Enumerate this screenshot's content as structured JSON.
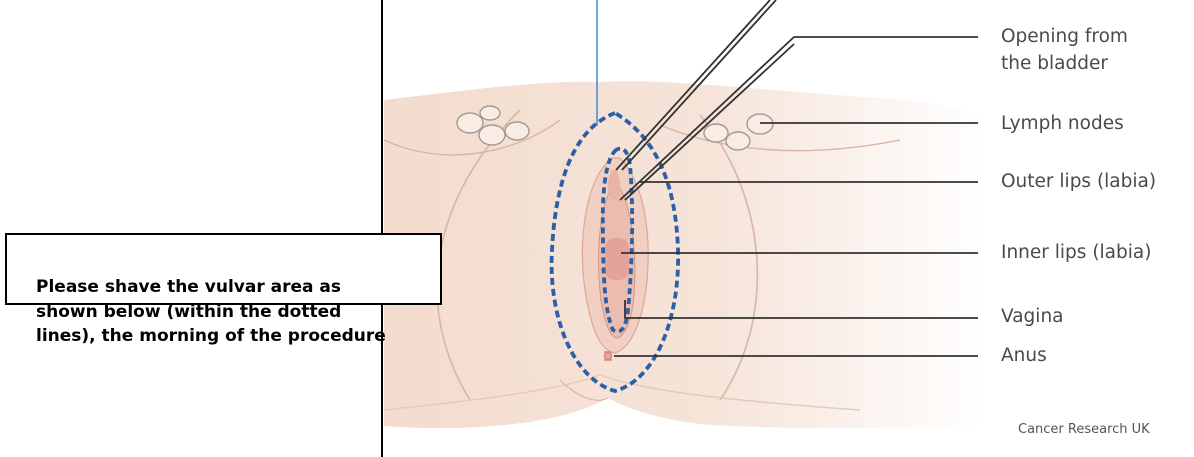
{
  "callout": {
    "text": "Please shave the vulvar area as\nshown below (within the dotted\nlines), the morning of the procedure"
  },
  "labels": {
    "bladder_opening": "Opening from\nthe bladder",
    "lymph_nodes": "Lymph nodes",
    "outer_lips": "Outer lips (labia)",
    "inner_lips": "Inner lips (labia)",
    "vagina": "Vagina",
    "anus": "Anus"
  },
  "credit": "Cancer Research UK",
  "colors": {
    "skin": "#f6e3d8",
    "skin_light": "#faeee7",
    "skin_line": "#d9b5a4",
    "dotted_outline": "#2b5fa6",
    "inner_pink": "#e9a7a0",
    "pointer_blue": "#4a8fd0",
    "leader_line": "#333333"
  }
}
